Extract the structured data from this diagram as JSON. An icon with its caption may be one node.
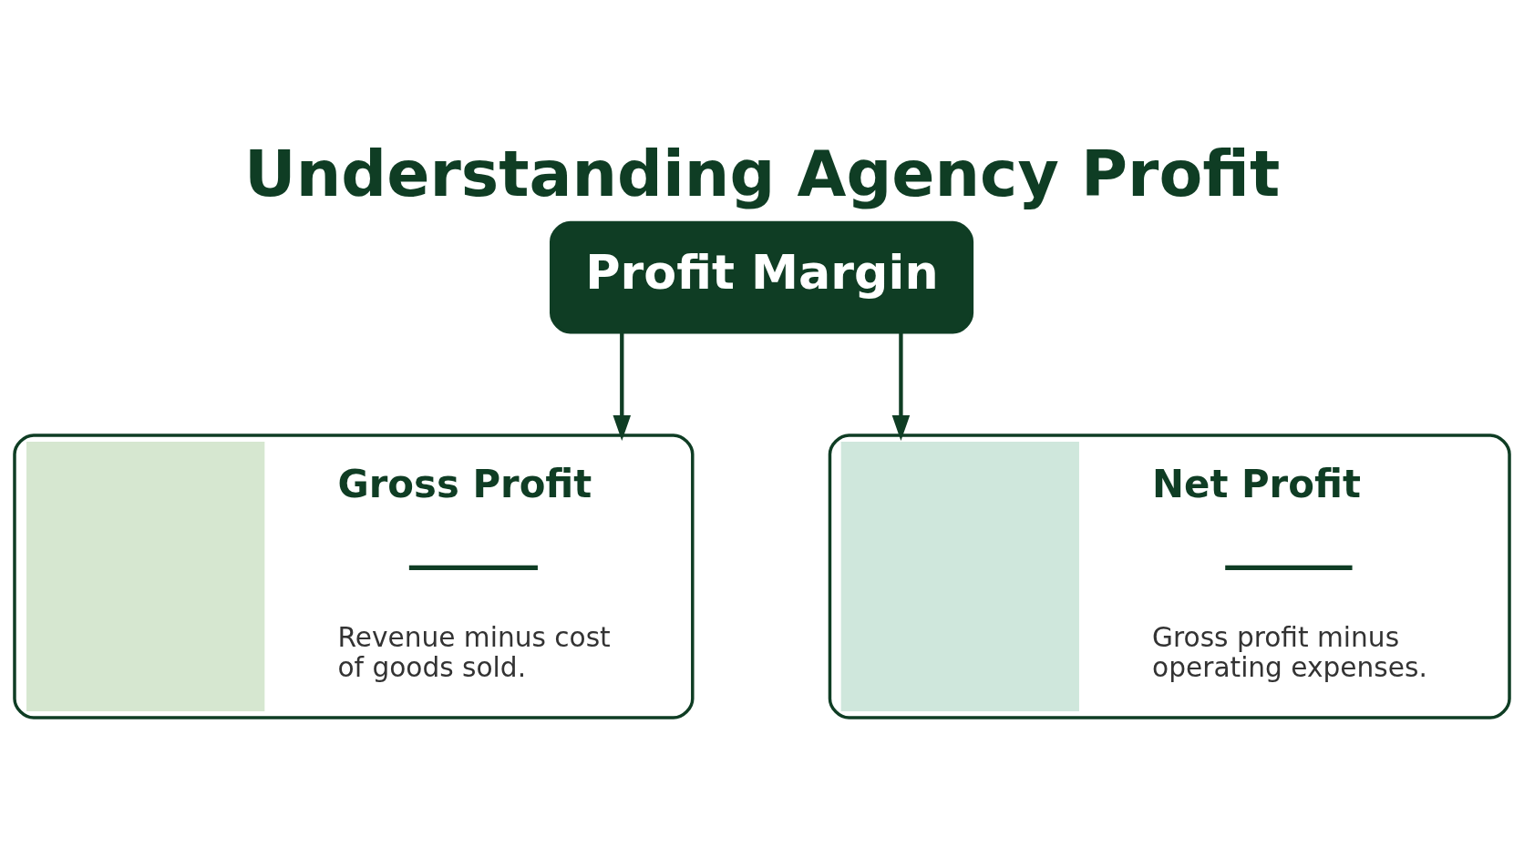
{
  "diagram": {
    "title": "Understanding Agency Profit",
    "nodes": [
      {
        "text": [
          "Profit Margin"
        ]
      },
      {
        "text": [
          "Gross Profit",
          "Revenue minus cost of goods sold."
        ]
      },
      {
        "text": [
          "Net Profit",
          "Gross profit minus operating expenses."
        ]
      }
    ],
    "edges": [
      {
        "from": 0,
        "to": 1,
        "arrow": "to"
      },
      {
        "from": 0,
        "to": 2,
        "arrow": "to"
      }
    ]
  }
}
